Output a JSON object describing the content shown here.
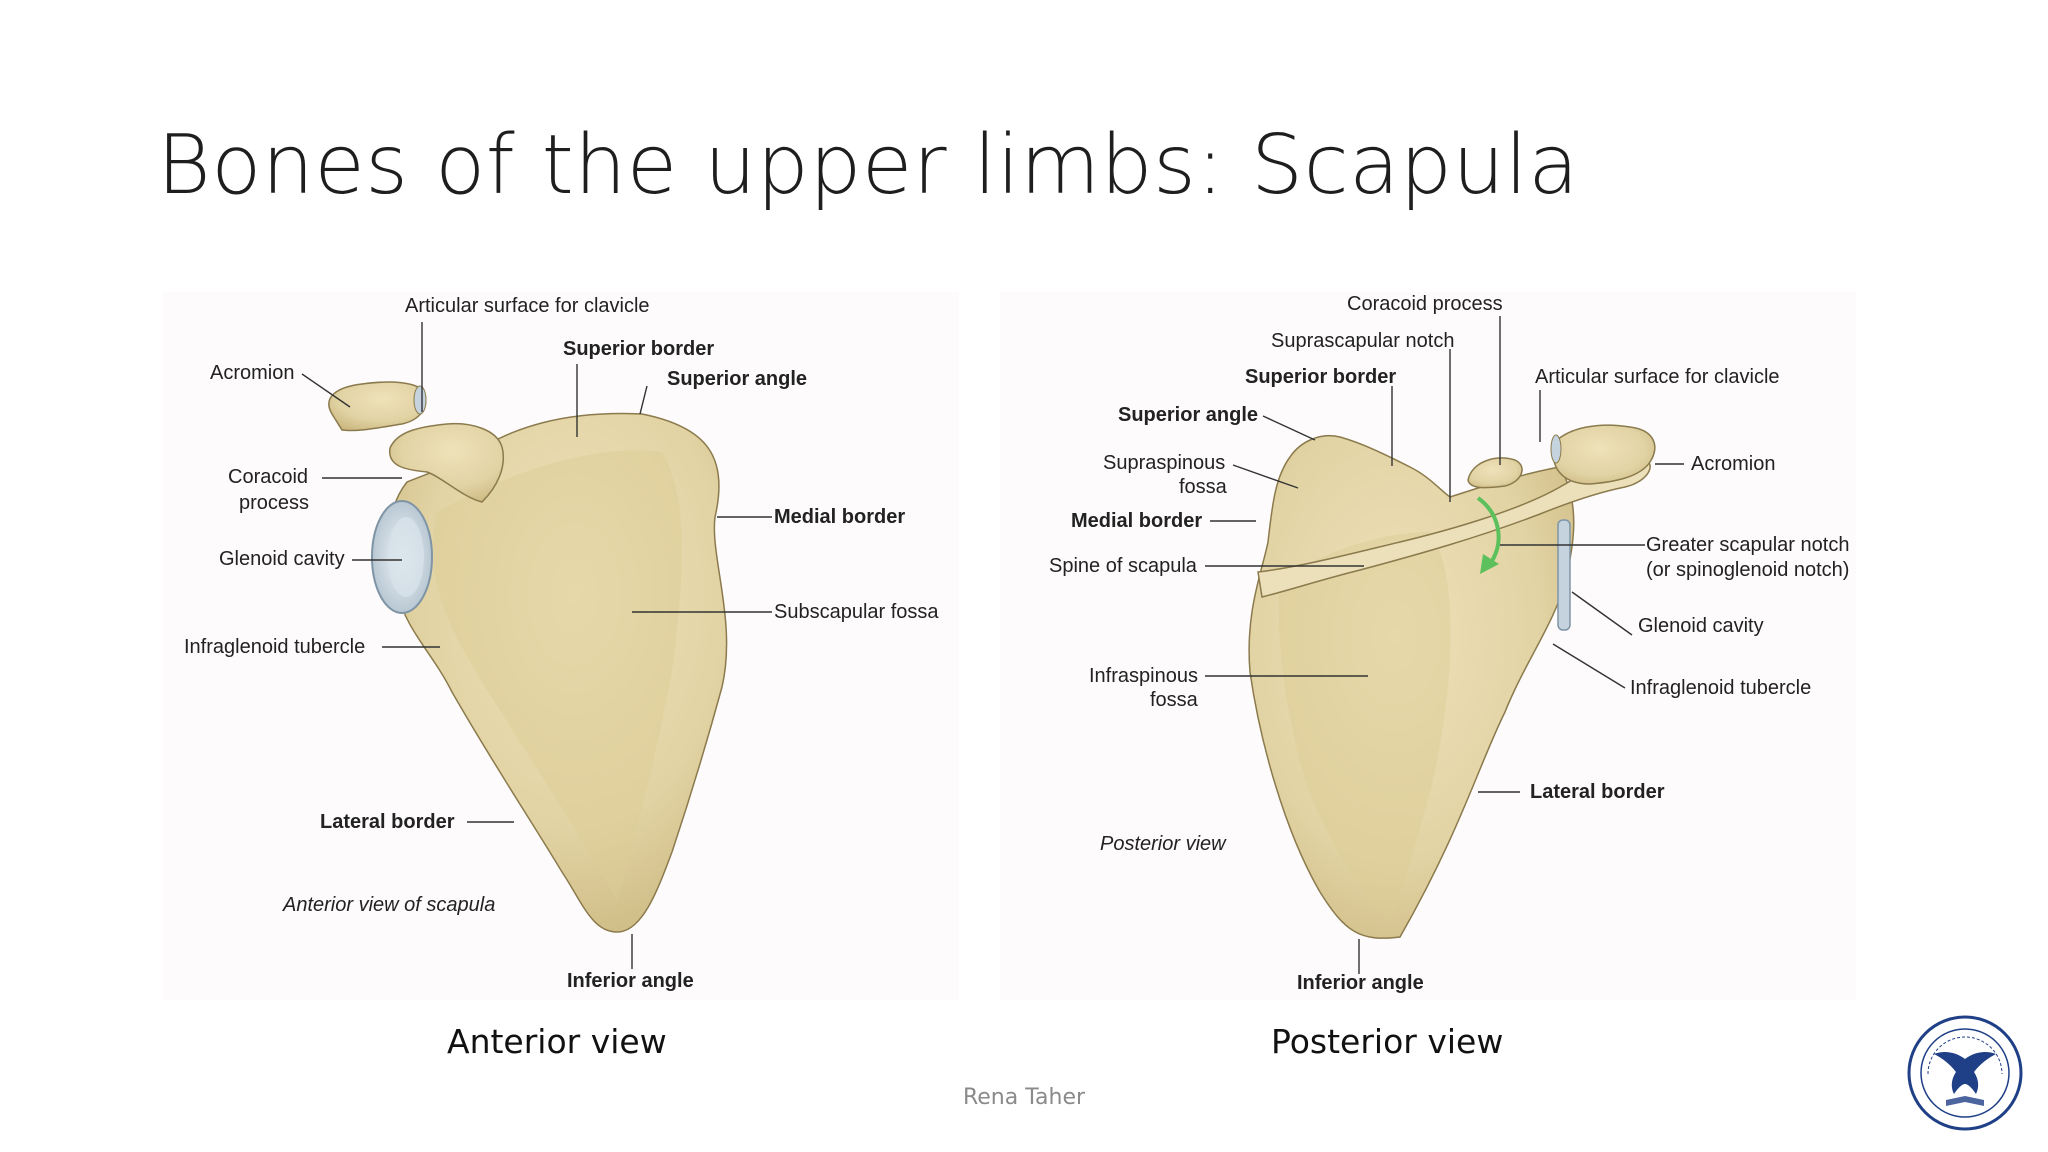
{
  "slide": {
    "title": "Bones of the upper limbs: Scapula",
    "footer": "Rena Taher"
  },
  "anterior": {
    "caption": "Anterior view",
    "labels": {
      "articular_surface": "Articular surface for clavicle",
      "superior_border": "Superior border",
      "superior_angle": "Superior angle",
      "acromion": "Acromion",
      "coracoid_1": "Coracoid",
      "coracoid_2": "process",
      "glenoid_cavity": "Glenoid cavity",
      "medial_border": "Medial border",
      "subscapular_fossa": "Subscapular fossa",
      "infraglenoid_tubercle": "Infraglenoid tubercle",
      "lateral_border": "Lateral border",
      "view_note": "Anterior view of scapula",
      "inferior_angle": "Inferior angle"
    }
  },
  "posterior": {
    "caption": "Posterior view",
    "labels": {
      "coracoid_process": "Coracoid process",
      "suprascapular_notch": "Suprascapular notch",
      "superior_border": "Superior border",
      "articular_surface": "Articular surface for clavicle",
      "superior_angle": "Superior angle",
      "supraspinous_1": "Supraspinous",
      "supraspinous_2": "fossa",
      "acromion": "Acromion",
      "medial_border": "Medial border",
      "greater_notch_1": "Greater scapular notch",
      "greater_notch_2": "(or spinoglenoid notch)",
      "spine": "Spine of scapula",
      "glenoid_cavity": "Glenoid cavity",
      "infraspinous_1": "Infraspinous",
      "infraspinous_2": "fossa",
      "infraglenoid_tubercle": "Infraglenoid tubercle",
      "lateral_border": "Lateral border",
      "view_note": "Posterior view",
      "inferior_angle": "Inferior angle"
    }
  },
  "colors": {
    "bone": "#e2d3a4",
    "bone_shadow": "#c9b57c",
    "bone_outline": "#8b7a4c",
    "cartilage": "#c4d3de",
    "arrow": "#5cc05c",
    "seal_blue": "#1f3f86"
  },
  "icons": {
    "logo": "university-seal-icon",
    "rotation_arrow": "curved-arrow-icon"
  }
}
